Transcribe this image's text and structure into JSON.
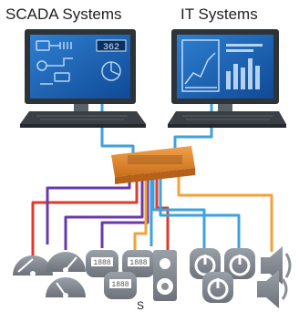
{
  "labels": {
    "scada_title": "SCADA Systems",
    "it_title": "IT Systems",
    "bottom_partial": "S"
  },
  "scada_screen_readout": "362",
  "meter_readouts": [
    "1888",
    "1888",
    "1888"
  ],
  "colors": {
    "screen_blue": "#1a5fb4",
    "hub_orange": "#e38a2e",
    "wire_red": "#e03a2e",
    "wire_purple": "#6a3aa8",
    "wire_blue": "#3da2dd",
    "wire_orange": "#f2a23a",
    "device_gray": "#8a8f96"
  },
  "icons": [
    "scada-monitor-icon",
    "it-monitor-icon",
    "network-switch-icon",
    "gauge-icon",
    "meter-icon",
    "speaker-icon",
    "power-icon"
  ]
}
